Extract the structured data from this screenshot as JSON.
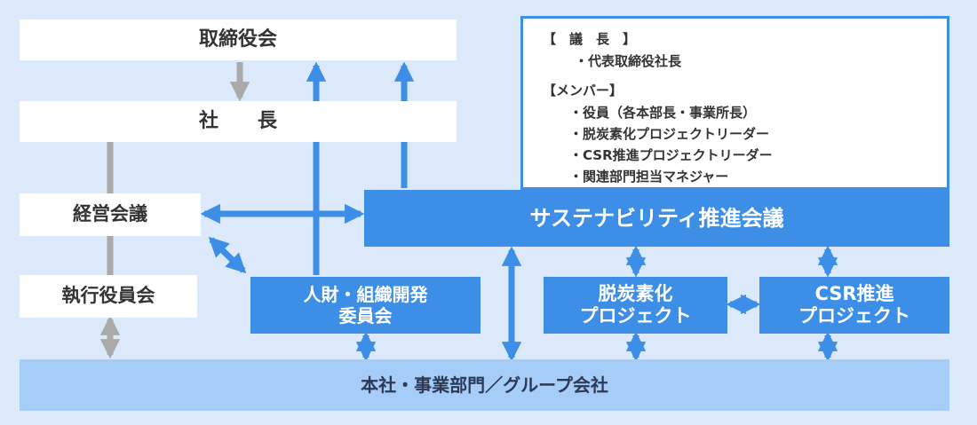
{
  "nodes": {
    "board": "取締役会",
    "president": "社　　長",
    "management_council": "経営会議",
    "executive_officers": "執行役員会",
    "sustainability_council": "サステナビリティ推進会議",
    "hr_committee": "人財・組織開発\n委員会",
    "decarb_project": "脱炭素化\nプロジェクト",
    "csr_project": "CSR推進\nプロジェクト",
    "group": "本社・事業部門／グループ会社"
  },
  "members_panel": {
    "chair_heading": "【　議　長　】",
    "chair": "・代表取締役社長",
    "members_heading": "【メンバー】",
    "members": [
      "・役員（各本部長・事業所長）",
      "・脱炭素化プロジェクトリーダー",
      "・CSR推進プロジェクトリーダー",
      "・関連部門担当マネジャー"
    ]
  },
  "colors": {
    "background": "#dbe9fa",
    "accent_blue": "#3d8ee6",
    "gray_connector": "#aaaaaa",
    "group_band": "#a6ccf8"
  }
}
